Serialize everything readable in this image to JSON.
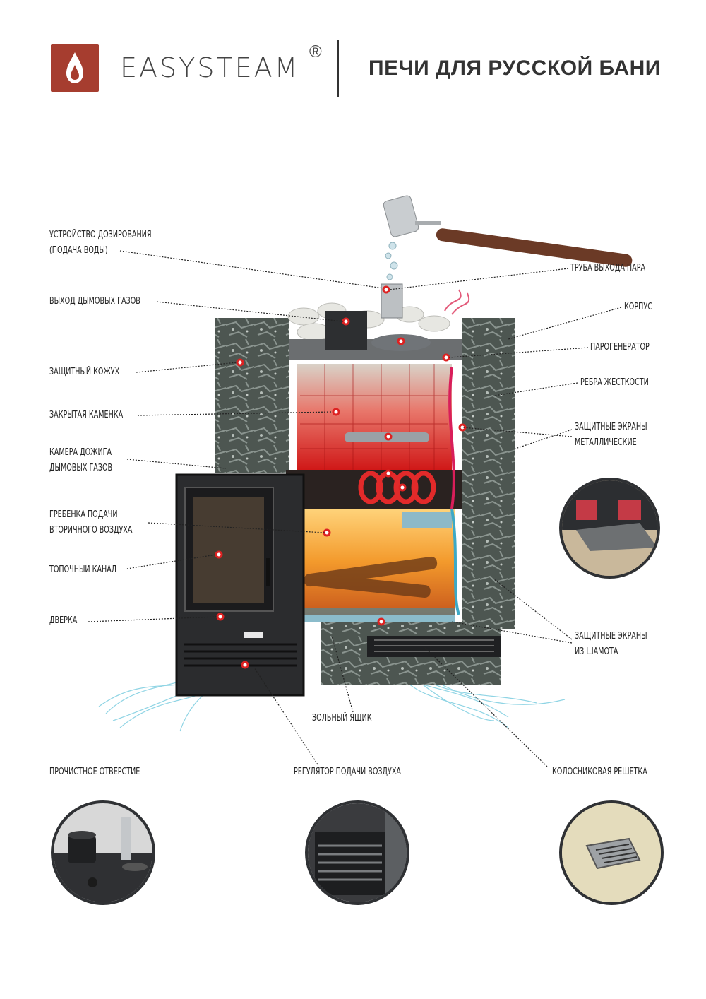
{
  "header": {
    "brand": "EASYSTEAM",
    "registered_mark": "®",
    "title": "ПЕЧИ ДЛЯ РУССКОЙ БАНИ"
  },
  "labels": {
    "dosing_1": "УСТРОЙСТВО ДОЗИРОВАНИЯ",
    "dosing_2": "(ПОДАЧА ВОДЫ)",
    "flue_outlet": "ВЫХОД ДЫМОВЫХ ГАЗОВ",
    "casing": "ЗАЩИТНЫЙ КОЖУХ",
    "closed_heater": "ЗАКРЫТАЯ КАМЕНКА",
    "afterburn_1": "КАМЕРА ДОЖИГА",
    "afterburn_2": "ДЫМОВЫХ ГАЗОВ",
    "comb_1": "ГРЕБЕНКА ПОДАЧИ",
    "comb_2": "ВТОРИЧНОГО ВОЗДУХА",
    "firebox_channel": "ТОПОЧНЫЙ КАНАЛ",
    "door": "ДВЕРКА",
    "steam_pipe": "ТРУБА ВЫХОДА ПАРА",
    "body": "КОРПУС",
    "steam_generator": "ПАРОГЕНЕРАТОР",
    "ribs": "РЕБРА ЖЕСТКОСТИ",
    "metal_screens_1": "ЗАЩИТНЫЕ ЭКРАНЫ",
    "metal_screens_2": "МЕТАЛЛИЧЕСКИЕ",
    "chamotte_screens_1": "ЗАЩИТНЫЕ ЭКРАНЫ",
    "chamotte_screens_2": "ИЗ ШАМОТА",
    "ash_box": "ЗОЛЬНЫЙ ЯЩИК",
    "cleanout": "ПРОЧИСТНОЕ ОТВЕРСТИЕ",
    "air_regulator": "РЕГУЛЯТОР ПОДАЧИ ВОЗДУХА",
    "grate": "КОЛОСНИКОВАЯ РЕШЕТКА"
  },
  "colors": {
    "brand_red": "#a63d2f",
    "stone": "#4a524e",
    "fire": "#f29a2e",
    "hot": "#e5322d",
    "air": "#6fc6dc"
  }
}
